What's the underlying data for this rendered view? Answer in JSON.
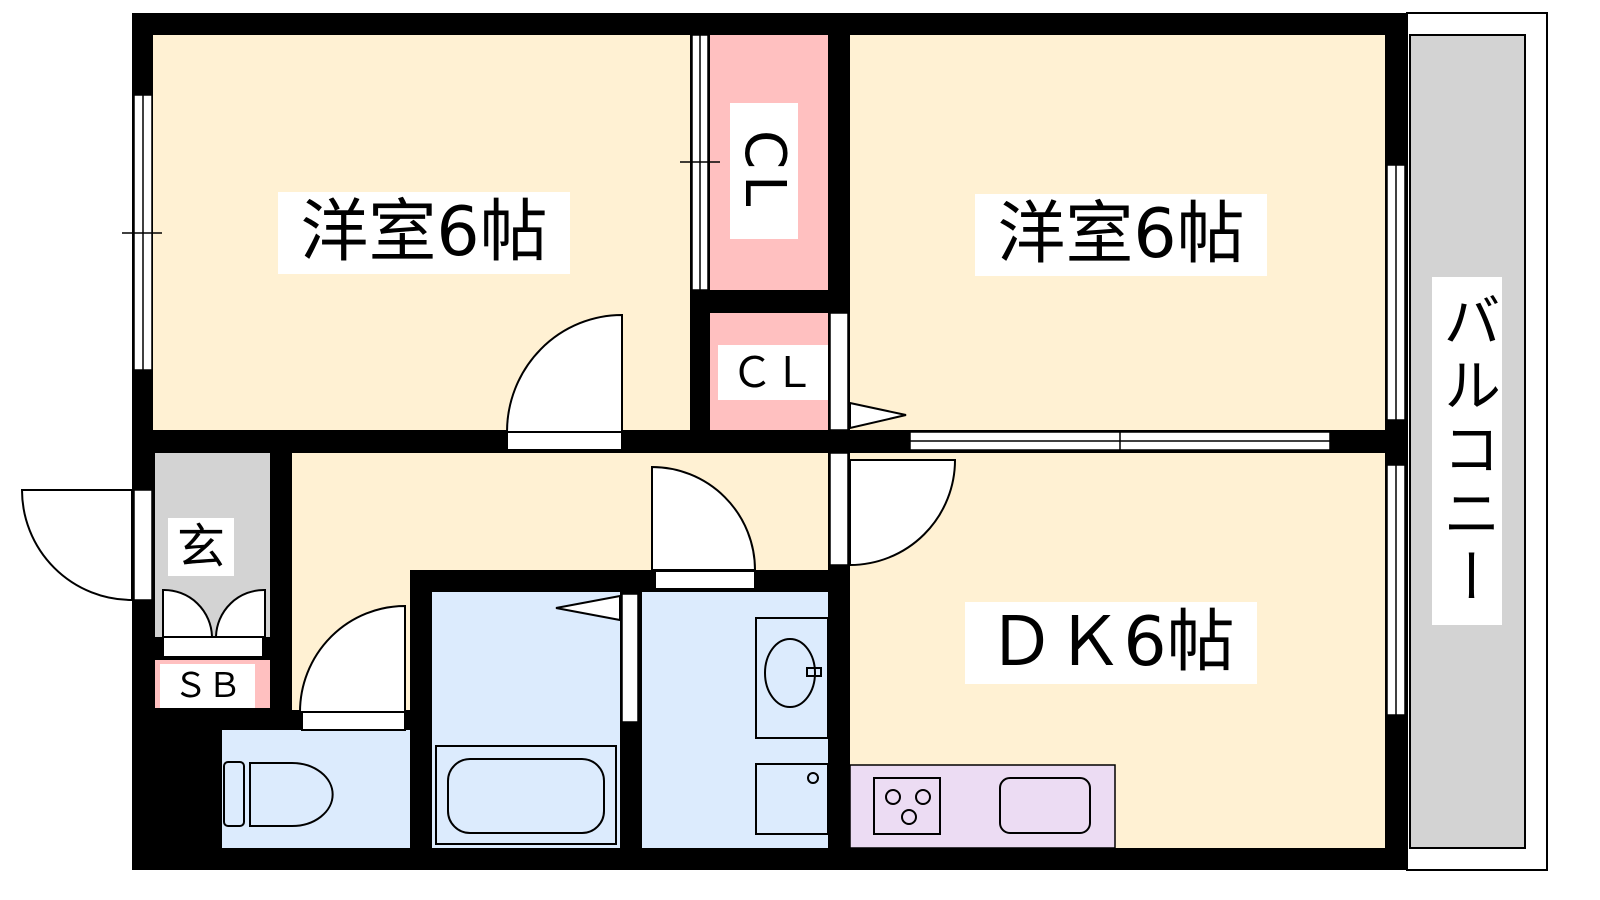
{
  "rooms": {
    "western_room_1": "洋室6帖",
    "western_room_2": "洋室6帖",
    "closet_1": "CL",
    "closet_2": "ＣＬ",
    "dining_kitchen": "ＤＫ6帖",
    "entrance": "玄",
    "shoe_box": "ＳＢ",
    "balcony": "バルコニー"
  },
  "colors": {
    "wall": "#000000",
    "room": "#fff1d3",
    "closet": "#ffc0c0",
    "wet_area": "#dcebfd",
    "entrance": "#d3d3d3",
    "kitchen": "#ecdcf3",
    "balcony": "#d3d3d3"
  }
}
